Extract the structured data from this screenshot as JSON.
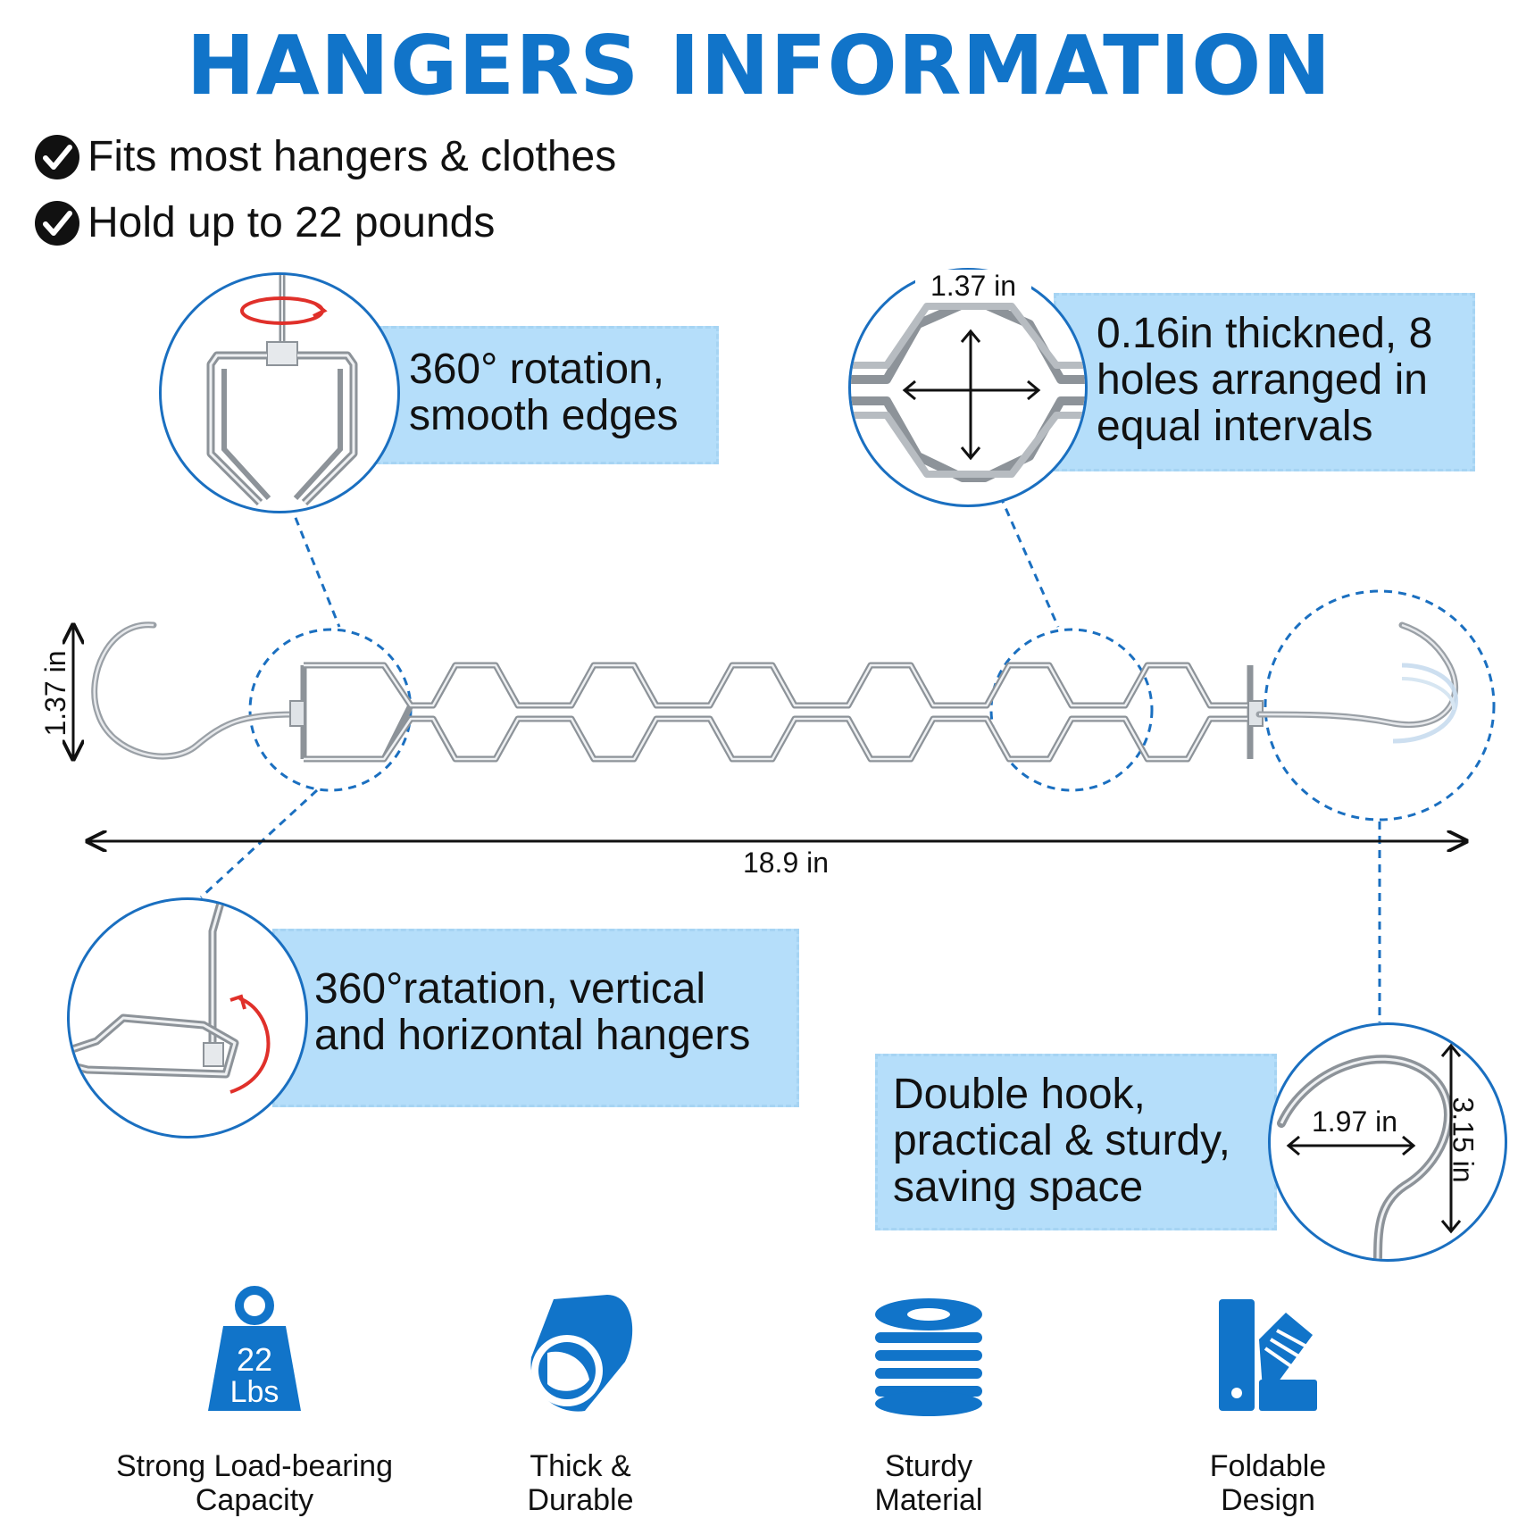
{
  "title": "HANGERS INFORMATION",
  "features": [
    "Fits most hangers & clothes",
    "Hold up to 22 pounds"
  ],
  "callouts": {
    "rotation": "360° rotation,\nsmooth edges",
    "holes": "0.16in thickned, 8\nholes arranged in\nequal intervals",
    "ratation": "360°ratation, vertical\nand horizontal hangers",
    "double_hook": "Double hook,\npractical & sturdy,\nsaving space"
  },
  "dimensions": {
    "height_left": "1.37 in",
    "length": "18.9 in",
    "hole_width": "1.37 in",
    "hook_width": "1.97 in",
    "hook_height": "3.15 in"
  },
  "badges": [
    {
      "icon": "weight-icon",
      "icon_text_top": "22",
      "icon_text_bottom": "Lbs",
      "label": "Strong Load-bearing\nCapacity"
    },
    {
      "icon": "tube-icon",
      "label": "Thick &\nDurable"
    },
    {
      "icon": "wire-coil-icon",
      "label": "Sturdy\nMaterial"
    },
    {
      "icon": "foldable-icon",
      "label": "Foldable\nDesign"
    }
  ],
  "colors": {
    "brand_blue": "#1174c9",
    "callout_bg": "#b5defa",
    "circle_border": "#1a6fc0",
    "rotate_arrow": "#e0302a"
  }
}
